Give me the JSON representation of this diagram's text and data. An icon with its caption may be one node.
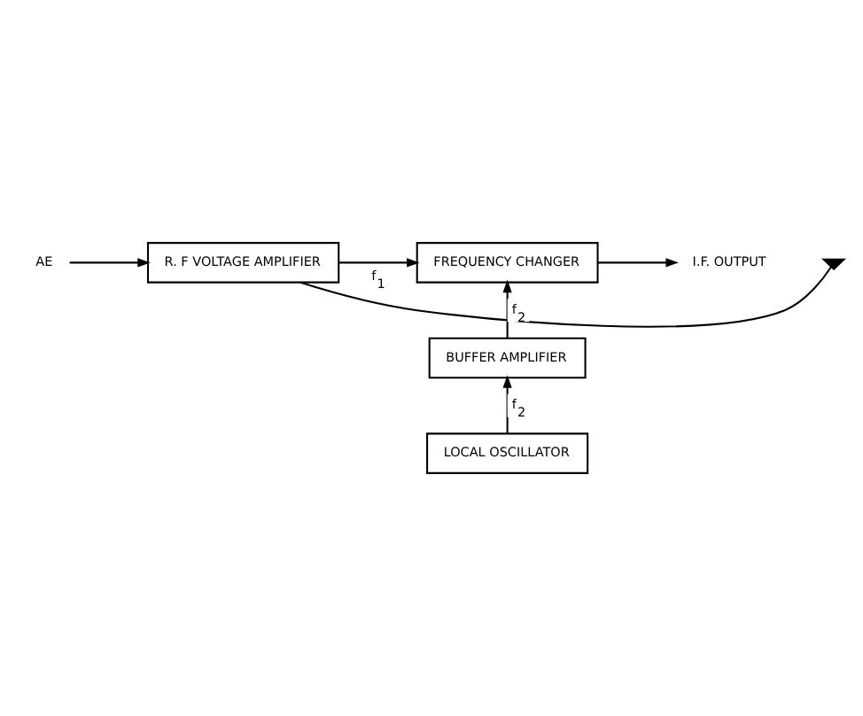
{
  "diagram": {
    "nodes": [
      {
        "text": [
          "AE"
        ]
      },
      {
        "text": [
          "R. F VOLTAGE AMPLIFIER"
        ]
      },
      {
        "text": [],
        "shape": "ground"
      },
      {
        "text": [
          "FREQUENCY CHANGER"
        ]
      },
      {
        "text": [
          "I.F. OUTPUT"
        ]
      },
      {
        "text": [
          "BUFFER AMPLIFIER"
        ]
      },
      {
        "text": [
          "LOCAL OSCILLATOR"
        ]
      }
    ],
    "edges": [
      {
        "from": 0,
        "to": 1,
        "arrow": "to"
      },
      {
        "from": 1,
        "to": 2,
        "arrow": "none"
      },
      {
        "from": 1,
        "to": 3,
        "arrow": "to",
        "label": "f$_{1}$"
      },
      {
        "from": 5,
        "to": 3,
        "arrow": "to",
        "label": "f$_{2}$"
      },
      {
        "from": 6,
        "to": 5,
        "arrow": "to",
        "label": "f$_{2}$"
      },
      {
        "from": 3,
        "to": 4,
        "arrow": "to"
      }
    ]
  }
}
